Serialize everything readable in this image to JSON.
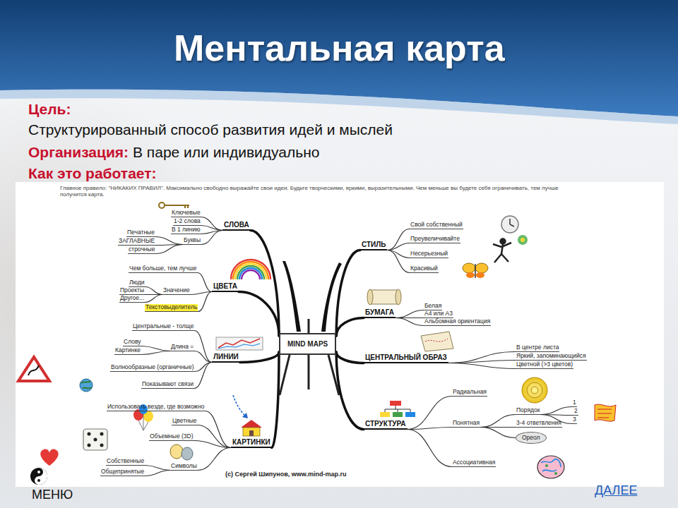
{
  "diagram": {
    "title": "Ментальная карта",
    "nodes": [
      {
        "text": [
          "MIND MAPS"
        ]
      },
      {
        "text": [
          "СЛОВА"
        ]
      },
      {
        "text": [
          "Ключевые"
        ]
      },
      {
        "text": [
          "1-2 слова"
        ]
      },
      {
        "text": [
          "В 1 линию"
        ]
      },
      {
        "text": [
          "Буквы"
        ]
      },
      {
        "text": [
          "Печатные"
        ]
      },
      {
        "text": [
          "ЗАГЛАВНЫЕ"
        ]
      },
      {
        "text": [
          "строчные"
        ]
      },
      {
        "text": [
          "ЦВЕТА"
        ]
      },
      {
        "text": [
          "Чем больше, тем лучше"
        ]
      },
      {
        "text": [
          "Значение"
        ]
      },
      {
        "text": [
          "Люди"
        ]
      },
      {
        "text": [
          "Проекты"
        ]
      },
      {
        "text": [
          "Другое..."
        ]
      },
      {
        "text": [
          "Текстовыделитель"
        ]
      },
      {
        "text": [
          "ЛИНИИ"
        ]
      },
      {
        "text": [
          "Центральные - толще"
        ]
      },
      {
        "text": [
          "Длина ="
        ]
      },
      {
        "text": [
          "Слову"
        ]
      },
      {
        "text": [
          "Картинке"
        ]
      },
      {
        "text": [
          "Волнообразные (органичные)"
        ]
      },
      {
        "text": [
          "Показывают связи"
        ]
      },
      {
        "text": [
          "КАРТИНКИ"
        ]
      },
      {
        "text": [
          "Использовать везде, где возможно"
        ]
      },
      {
        "text": [
          "Цветные"
        ]
      },
      {
        "text": [
          "Объемные (3D)"
        ]
      },
      {
        "text": [
          "Символы"
        ]
      },
      {
        "text": [
          "Собственные"
        ]
      },
      {
        "text": [
          "Общепринятые"
        ]
      },
      {
        "text": [
          "СТИЛЬ"
        ]
      },
      {
        "text": [
          "Свой собственный"
        ]
      },
      {
        "text": [
          "Преувеличивайте"
        ]
      },
      {
        "text": [
          "Несерьезный"
        ]
      },
      {
        "text": [
          "Красивый"
        ]
      },
      {
        "text": [
          "БУМАГА"
        ]
      },
      {
        "text": [
          "Белая"
        ]
      },
      {
        "text": [
          "А4 или А3"
        ]
      },
      {
        "text": [
          "Альбомная ориентация"
        ]
      },
      {
        "text": [
          "ЦЕНТРАЛЬНЫЙ ОБРАЗ"
        ]
      },
      {
        "text": [
          "В центре листа"
        ]
      },
      {
        "text": [
          "Яркий, запоминающийся"
        ]
      },
      {
        "text": [
          "Цветной (>3 цветов)"
        ]
      },
      {
        "text": [
          "СТРУКТУРА"
        ]
      },
      {
        "text": [
          "Радиальная"
        ]
      },
      {
        "text": [
          "Понятная"
        ]
      },
      {
        "text": [
          "Порядок"
        ]
      },
      {
        "text": [
          "1"
        ]
      },
      {
        "text": [
          "2"
        ]
      },
      {
        "text": [
          "3"
        ]
      },
      {
        "text": [
          "3-4 ответвления"
        ]
      },
      {
        "text": [
          "Ореол"
        ]
      },
      {
        "text": [
          "Ассоциативная"
        ]
      }
    ],
    "edges": [
      {
        "from": 0,
        "to": 1,
        "arrow": "none"
      },
      {
        "from": 0,
        "to": 9,
        "arrow": "none"
      },
      {
        "from": 0,
        "to": 16,
        "arrow": "none"
      },
      {
        "from": 0,
        "to": 23,
        "arrow": "none"
      },
      {
        "from": 0,
        "to": 30,
        "arrow": "none"
      },
      {
        "from": 0,
        "to": 35,
        "arrow": "none"
      },
      {
        "from": 0,
        "to": 39,
        "arrow": "none"
      },
      {
        "from": 0,
        "to": 43,
        "arrow": "none"
      },
      {
        "from": 1,
        "to": 2,
        "arrow": "none"
      },
      {
        "from": 1,
        "to": 3,
        "arrow": "none"
      },
      {
        "from": 1,
        "to": 4,
        "arrow": "none"
      },
      {
        "from": 1,
        "to": 5,
        "arrow": "none"
      },
      {
        "from": 5,
        "to": 6,
        "arrow": "none"
      },
      {
        "from": 5,
        "to": 7,
        "arrow": "none"
      },
      {
        "from": 5,
        "to": 8,
        "arrow": "none"
      },
      {
        "from": 9,
        "to": 10,
        "arrow": "none"
      },
      {
        "from": 9,
        "to": 11,
        "arrow": "none"
      },
      {
        "from": 9,
        "to": 15,
        "arrow": "none"
      },
      {
        "from": 11,
        "to": 12,
        "arrow": "none"
      },
      {
        "from": 11,
        "to": 13,
        "arrow": "none"
      },
      {
        "from": 11,
        "to": 14,
        "arrow": "none"
      },
      {
        "from": 16,
        "to": 17,
        "arrow": "none"
      },
      {
        "from": 16,
        "to": 18,
        "arrow": "none"
      },
      {
        "from": 16,
        "to": 21,
        "arrow": "none"
      },
      {
        "from": 16,
        "to": 22,
        "arrow": "none"
      },
      {
        "from": 18,
        "to": 19,
        "arrow": "none"
      },
      {
        "from": 18,
        "to": 20,
        "arrow": "none"
      },
      {
        "from": 23,
        "to": 24,
        "arrow": "none"
      },
      {
        "from": 23,
        "to": 25,
        "arrow": "none"
      },
      {
        "from": 23,
        "to": 26,
        "arrow": "none"
      },
      {
        "from": 23,
        "to": 27,
        "arrow": "none"
      },
      {
        "from": 27,
        "to": 28,
        "arrow": "none"
      },
      {
        "from": 27,
        "to": 29,
        "arrow": "none"
      },
      {
        "from": 30,
        "to": 31,
        "arrow": "none"
      },
      {
        "from": 30,
        "to": 32,
        "arrow": "none"
      },
      {
        "from": 30,
        "to": 33,
        "arrow": "none"
      },
      {
        "from": 30,
        "to": 34,
        "arrow": "none"
      },
      {
        "from": 35,
        "to": 36,
        "arrow": "none"
      },
      {
        "from": 35,
        "to": 37,
        "arrow": "none"
      },
      {
        "from": 35,
        "to": 38,
        "arrow": "none"
      },
      {
        "from": 39,
        "to": 40,
        "arrow": "none"
      },
      {
        "from": 39,
        "to": 41,
        "arrow": "none"
      },
      {
        "from": 39,
        "to": 42,
        "arrow": "none"
      },
      {
        "from": 43,
        "to": 44,
        "arrow": "none"
      },
      {
        "from": 43,
        "to": 45,
        "arrow": "none"
      },
      {
        "from": 43,
        "to": 52,
        "arrow": "none"
      },
      {
        "from": 45,
        "to": 46,
        "arrow": "none"
      },
      {
        "from": 45,
        "to": 50,
        "arrow": "none"
      },
      {
        "from": 45,
        "to": 51,
        "arrow": "none"
      },
      {
        "from": 46,
        "to": 47,
        "arrow": "none"
      },
      {
        "from": 46,
        "to": 48,
        "arrow": "none"
      },
      {
        "from": 46,
        "to": 49,
        "arrow": "none"
      }
    ],
    "labels": [
      "Цель:",
      "Структурированный способ развития идей и мыслей",
      "Организация:",
      "В паре или индивидуально",
      "Как это работает:",
      "Главное правило: \"НИКАКИХ ПРАВИЛ\". Максимально свободно выражайте свои идеи. Будьте творческими, яркими, выразительными. Чем меньше вы будете себя ограничивать, тем лучше получится карта.",
      "(c) Сергей Шипунов, www.mind-map.ru",
      "МЕНЮ",
      "ДАЛЕЕ"
    ]
  }
}
